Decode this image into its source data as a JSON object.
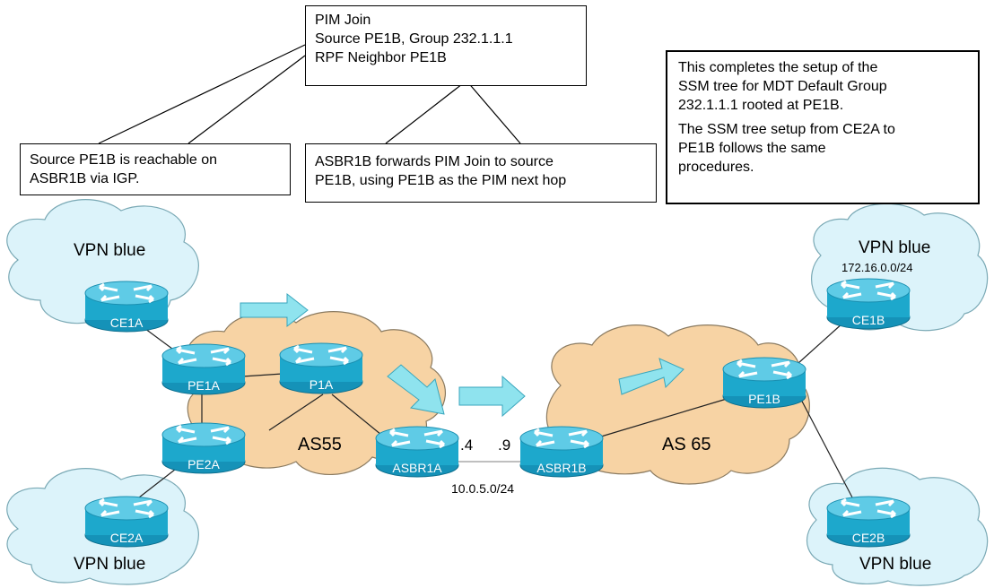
{
  "callouts": {
    "pim_join": {
      "lines": [
        "PIM Join",
        "Source PE1B, Group 232.1.1.1",
        "RPF Neighbor PE1B"
      ]
    },
    "source_reachable": {
      "lines": [
        "Source PE1B is reachable on",
        "ASBR1B via IGP."
      ]
    },
    "asbr_forwards": {
      "lines": [
        "ASBR1B forwards PIM Join to source",
        "PE1B, using PE1B as the PIM next hop"
      ]
    },
    "completes": {
      "para1": [
        "This completes the setup of the",
        "SSM tree for MDT Default Group",
        "232.1.1.1 rooted at PE1B."
      ],
      "para2": [
        "The SSM tree setup from CE2A to",
        "PE1B follows the same",
        "procedures."
      ]
    }
  },
  "clouds": {
    "vpn_top_left": "VPN blue",
    "vpn_bottom_left": "VPN blue",
    "vpn_top_right": "VPN blue",
    "vpn_top_right_subnet": "172.16.0.0/24",
    "vpn_bottom_right": "VPN blue",
    "as_left": "AS55",
    "as_right": "AS 65"
  },
  "routers": {
    "ce1a": "CE1A",
    "pe1a": "PE1A",
    "p1a": "P1A",
    "pe2a": "PE2A",
    "ce2a": "CE2A",
    "asbr1a": "ASBR1A",
    "asbr1b": "ASBR1B",
    "pe1b": "PE1B",
    "ce1b": "CE1B",
    "ce2b": "CE2B"
  },
  "link": {
    "asbr1a_addr": ".4",
    "asbr1b_addr": ".9",
    "subnet": "10.0.5.0/24"
  },
  "colors": {
    "router_fill": "#1da8cc",
    "router_top": "#4cc4e2",
    "arrow_fill": "#8fe3ee",
    "arrow_stroke": "#3aa6bd",
    "as_cloud": "#f7d3a4",
    "vpn_cloud": "#dcf3fa"
  }
}
